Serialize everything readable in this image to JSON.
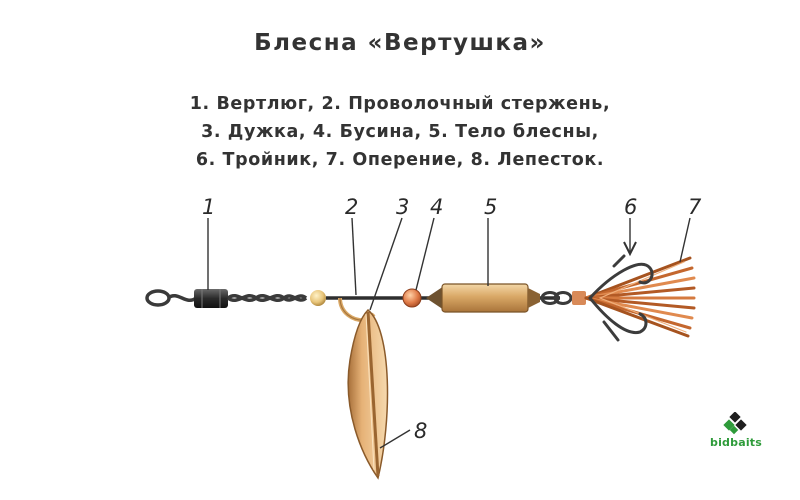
{
  "title": "Блесна «Вертушка»",
  "legend": {
    "line1": "1. Вертлюг, 2. Проволочный стержень,",
    "line2": "3. Дужка, 4. Бусина, 5. Тело блесны,",
    "line3": "6. Тройник, 7. Оперение, 8. Лепесток."
  },
  "callouts": {
    "n1": "1",
    "n2": "2",
    "n3": "3",
    "n4": "4",
    "n5": "5",
    "n6": "6",
    "n7": "7",
    "n8": "8"
  },
  "brand": {
    "name": "bidbaits",
    "colors": {
      "green": "#2e9b3a",
      "dark": "#1f1f1f"
    }
  },
  "colors": {
    "ink": "#2b2b2b",
    "metal_dark": "#3a3a3a",
    "brass": "#d9a866",
    "copper": "#c4753c",
    "bead": "#e28a5a",
    "petal": "#eec08a"
  }
}
